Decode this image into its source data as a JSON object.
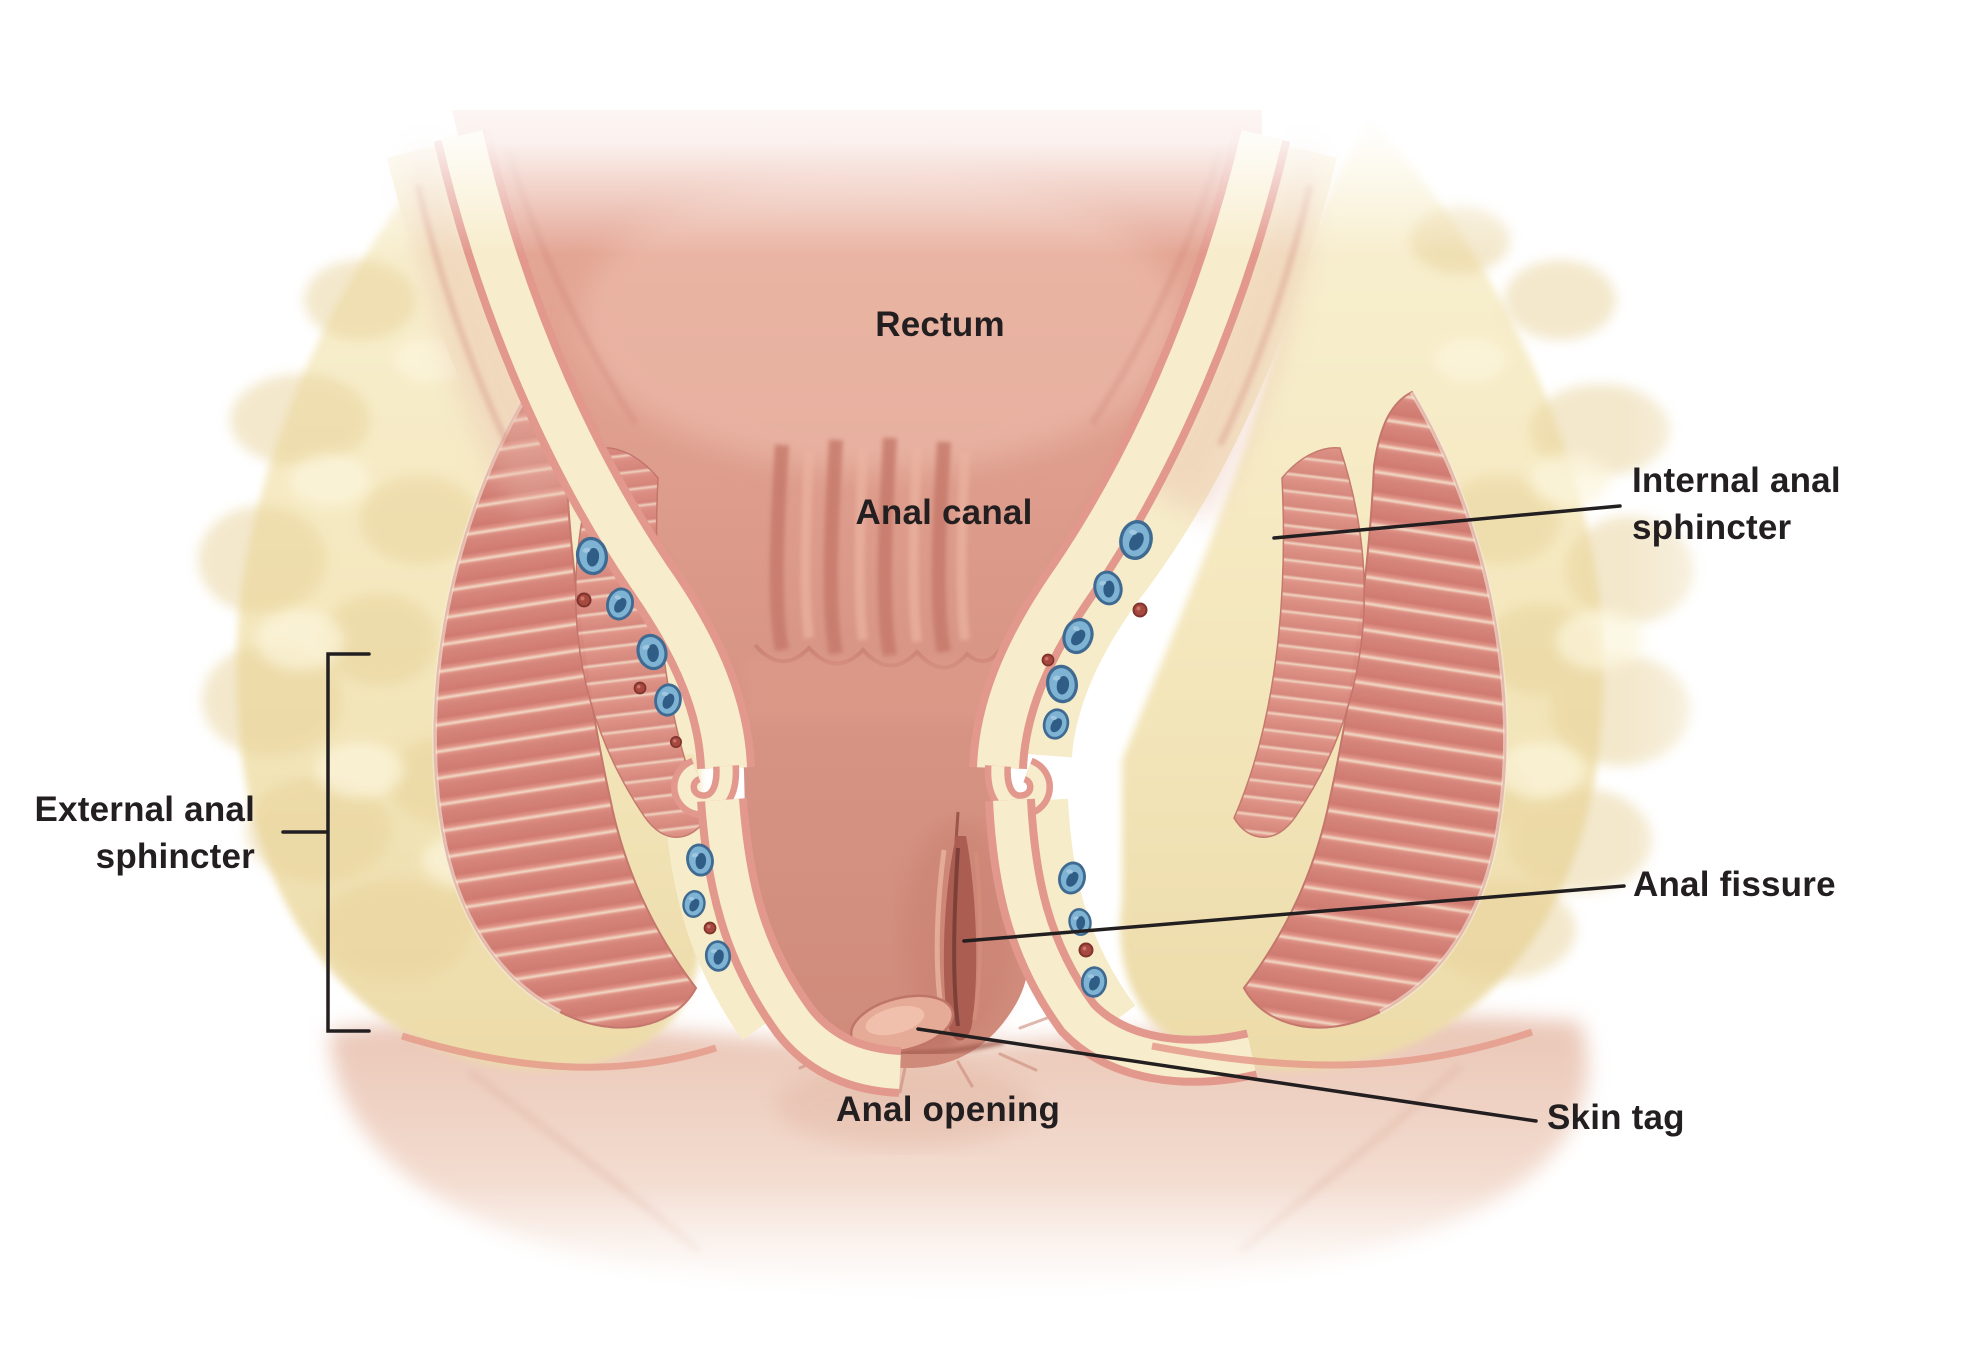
{
  "labels": {
    "rectum": "Rectum",
    "anal_canal": "Anal canal",
    "internal_anal_sphincter": "Internal anal\nsphincter",
    "external_anal_sphincter": "External anal\nsphincter",
    "anal_fissure": "Anal fissure",
    "anal_opening": "Anal opening",
    "skin_tag": "Skin tag"
  },
  "palette": {
    "background": "#ffffff",
    "label_text": "#231f20",
    "leader_line": "#231f20",
    "mucosa_pink": "#dd9585",
    "mucosa_light": "#e9b2a0",
    "muscle_red": "#d6837a",
    "muscle_striation": "#f2d9c6",
    "wall_cream": "#f7eccb",
    "wall_lining_pink": "#e2988c",
    "fat_yellow": "#f4e9c3",
    "fat_lump": "#e8d29a",
    "vein_blue": "#7fb3d4",
    "vein_dark": "#2f5d86",
    "vein_outline": "#3f6b92",
    "blood_red": "#a8493f",
    "skin_tone": "#eed3c6",
    "fissure_slit": "#aa5d50"
  }
}
